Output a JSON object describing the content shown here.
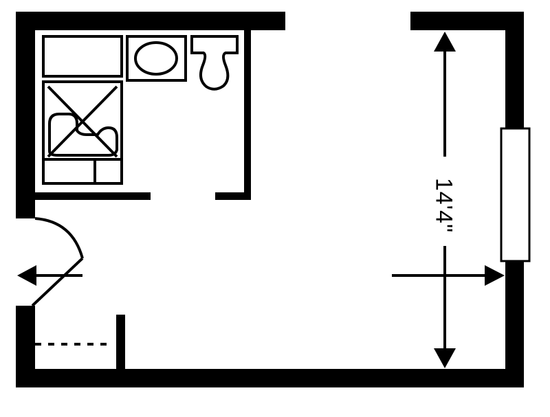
{
  "diagram": {
    "type": "floor-plan",
    "colors": {
      "wall": "#000000",
      "background": "#ffffff",
      "fixture_stroke": "#000000"
    },
    "dimension": {
      "label": "14'4\"",
      "orientation": "vertical"
    },
    "rooms": [
      {
        "name": "bathroom"
      },
      {
        "name": "main-room"
      },
      {
        "name": "closet"
      }
    ],
    "fixtures": [
      "vanity",
      "sink",
      "toilet",
      "shower",
      "shower-seat",
      "door",
      "window"
    ]
  }
}
